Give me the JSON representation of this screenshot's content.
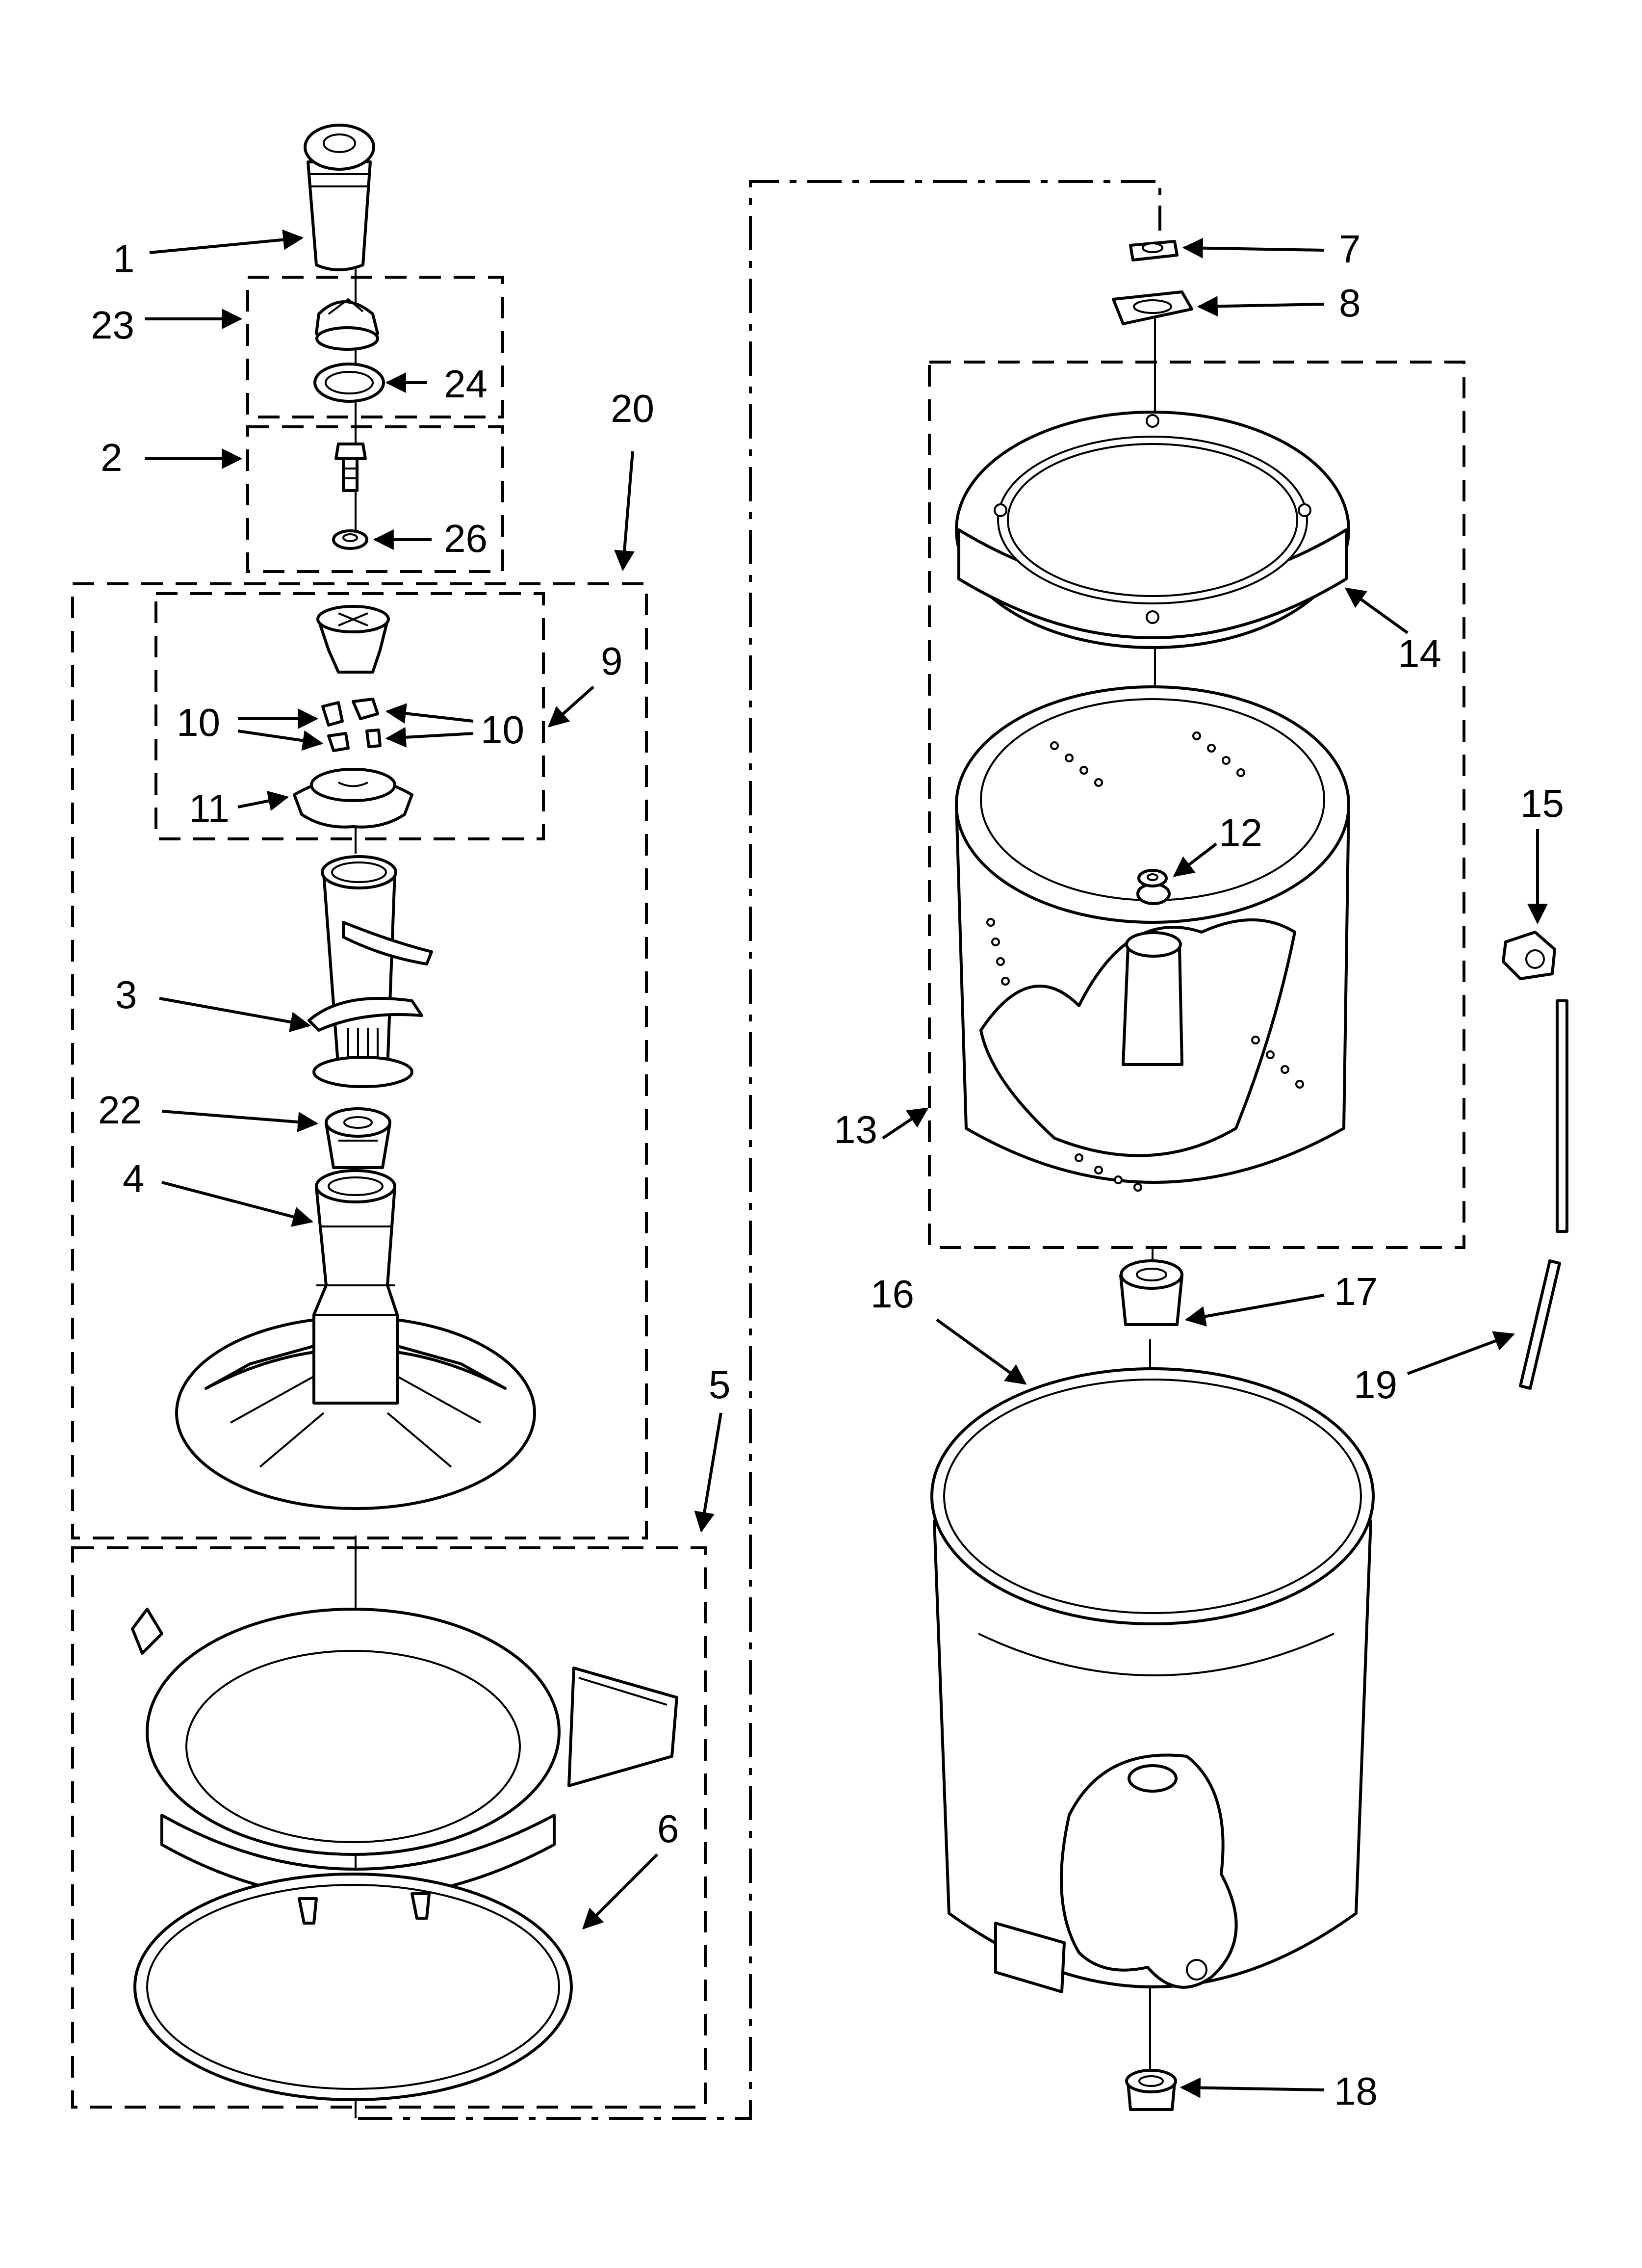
{
  "diagram": {
    "callouts": [
      "1",
      "23",
      "24",
      "2",
      "26",
      "20",
      "9",
      "10",
      "10",
      "11",
      "3",
      "22",
      "4",
      "5",
      "6",
      "7",
      "8",
      "14",
      "12",
      "13",
      "15",
      "16",
      "17",
      "19",
      "18"
    ]
  }
}
